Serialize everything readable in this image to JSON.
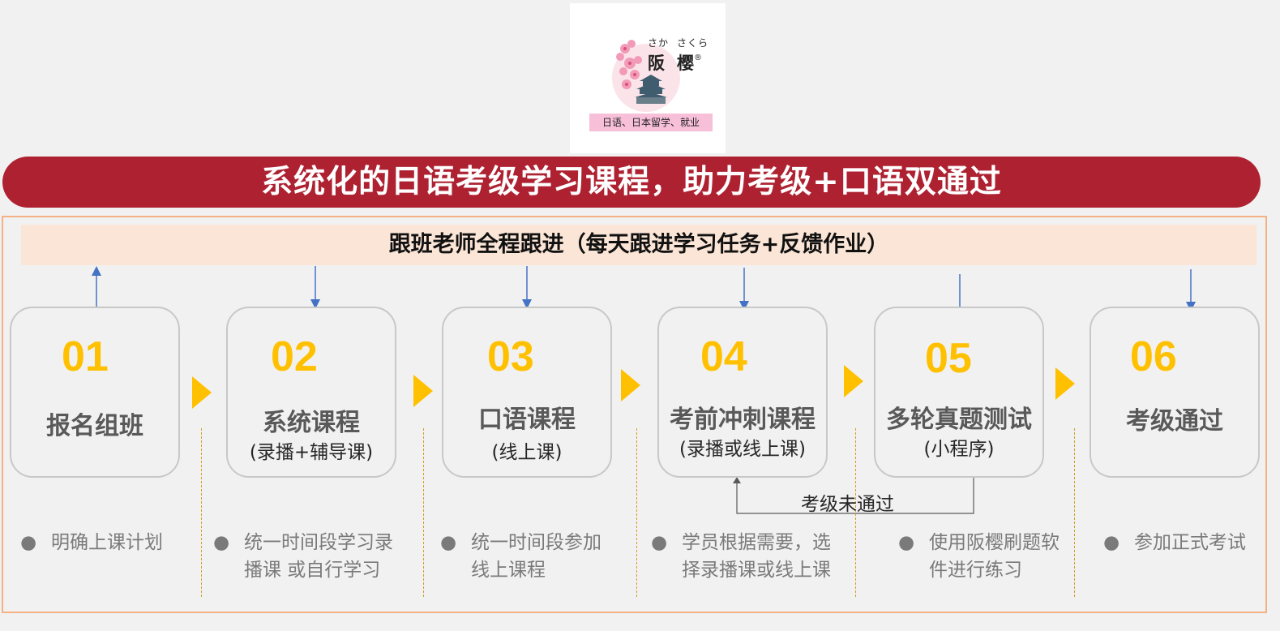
{
  "logo": {
    "ruby_left": "さか",
    "ruby_right": "さくら",
    "kanji_left": "阪",
    "kanji_right": "樱",
    "registered": "®",
    "tagline": "日语、日本留学、就业"
  },
  "banner": {
    "title": "系统化的日语考级学习课程，助力考级+口语双通过"
  },
  "tracker": {
    "label": "跟班老师全程跟进（每天跟进学习任务+反馈作业）"
  },
  "steps": [
    {
      "num": "01",
      "title": "报名组班",
      "sub": "",
      "desc": [
        "明确上课计划"
      ]
    },
    {
      "num": "02",
      "title": "系统课程",
      "sub": "(录播+辅导课)",
      "desc": [
        "统一时间段学习录",
        "播课 或自行学习"
      ]
    },
    {
      "num": "03",
      "title": "口语课程",
      "sub": "(线上课)",
      "desc": [
        "统一时间段参加",
        "线上课程"
      ]
    },
    {
      "num": "04",
      "title": "考前冲刺课程",
      "sub": "(录播或线上课)",
      "desc": [
        "学员根据需要，选",
        "择录播课或线上课"
      ]
    },
    {
      "num": "05",
      "title": "多轮真题测试",
      "sub": "(小程序)",
      "desc": [
        "使用阪樱刷题软",
        "件进行练习"
      ]
    },
    {
      "num": "06",
      "title": "考级通过",
      "sub": "",
      "desc": [
        "参加正式考试"
      ]
    }
  ],
  "loop": {
    "label": "考级未通过"
  },
  "colors": {
    "banner": "#ae2131",
    "accent_yellow": "#ffc000",
    "tracker_bg": "#fbe5d6",
    "frame_border": "#f4b183",
    "arrow_blue": "#4472c4",
    "logo_tag_bg": "#f7bfd8"
  }
}
